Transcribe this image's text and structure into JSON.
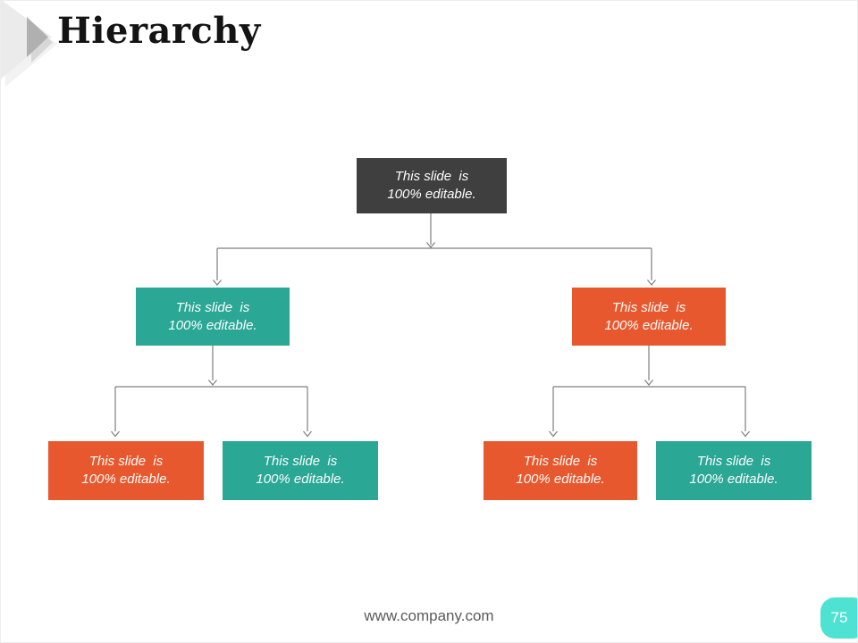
{
  "slide": {
    "title": "Hierarchy",
    "footer": {
      "website": "www.company.com",
      "page_number": "75"
    },
    "colors": {
      "root_node": "#3f3f3f",
      "teal_node": "#2aa795",
      "orange_node": "#e8582e",
      "page_badge": "#4de2d1",
      "connector": "#7f7f7f",
      "header_arrow_light": "#ebebeb",
      "header_arrow_dark": "#b0b0b0"
    }
  },
  "hierarchy": {
    "nodes": [
      {
        "id": "root",
        "level": 1,
        "color": "#3f3f3f",
        "line1": "This slide  is",
        "line2": "100% editable."
      },
      {
        "id": "branch-left",
        "level": 2,
        "color": "#2aa795",
        "line1": "This slide  is",
        "line2": "100% editable."
      },
      {
        "id": "branch-right",
        "level": 2,
        "color": "#e8582e",
        "line1": "This slide  is",
        "line2": "100% editable."
      },
      {
        "id": "leaf-1",
        "level": 3,
        "color": "#e8582e",
        "line1": "This slide  is",
        "line2": "100% editable."
      },
      {
        "id": "leaf-2",
        "level": 3,
        "color": "#2aa795",
        "line1": "This slide  is",
        "line2": "100% editable."
      },
      {
        "id": "leaf-3",
        "level": 3,
        "color": "#e8582e",
        "line1": "This slide  is",
        "line2": "100% editable."
      },
      {
        "id": "leaf-4",
        "level": 3,
        "color": "#2aa795",
        "line1": "This slide  is",
        "line2": "100% editable."
      }
    ]
  }
}
